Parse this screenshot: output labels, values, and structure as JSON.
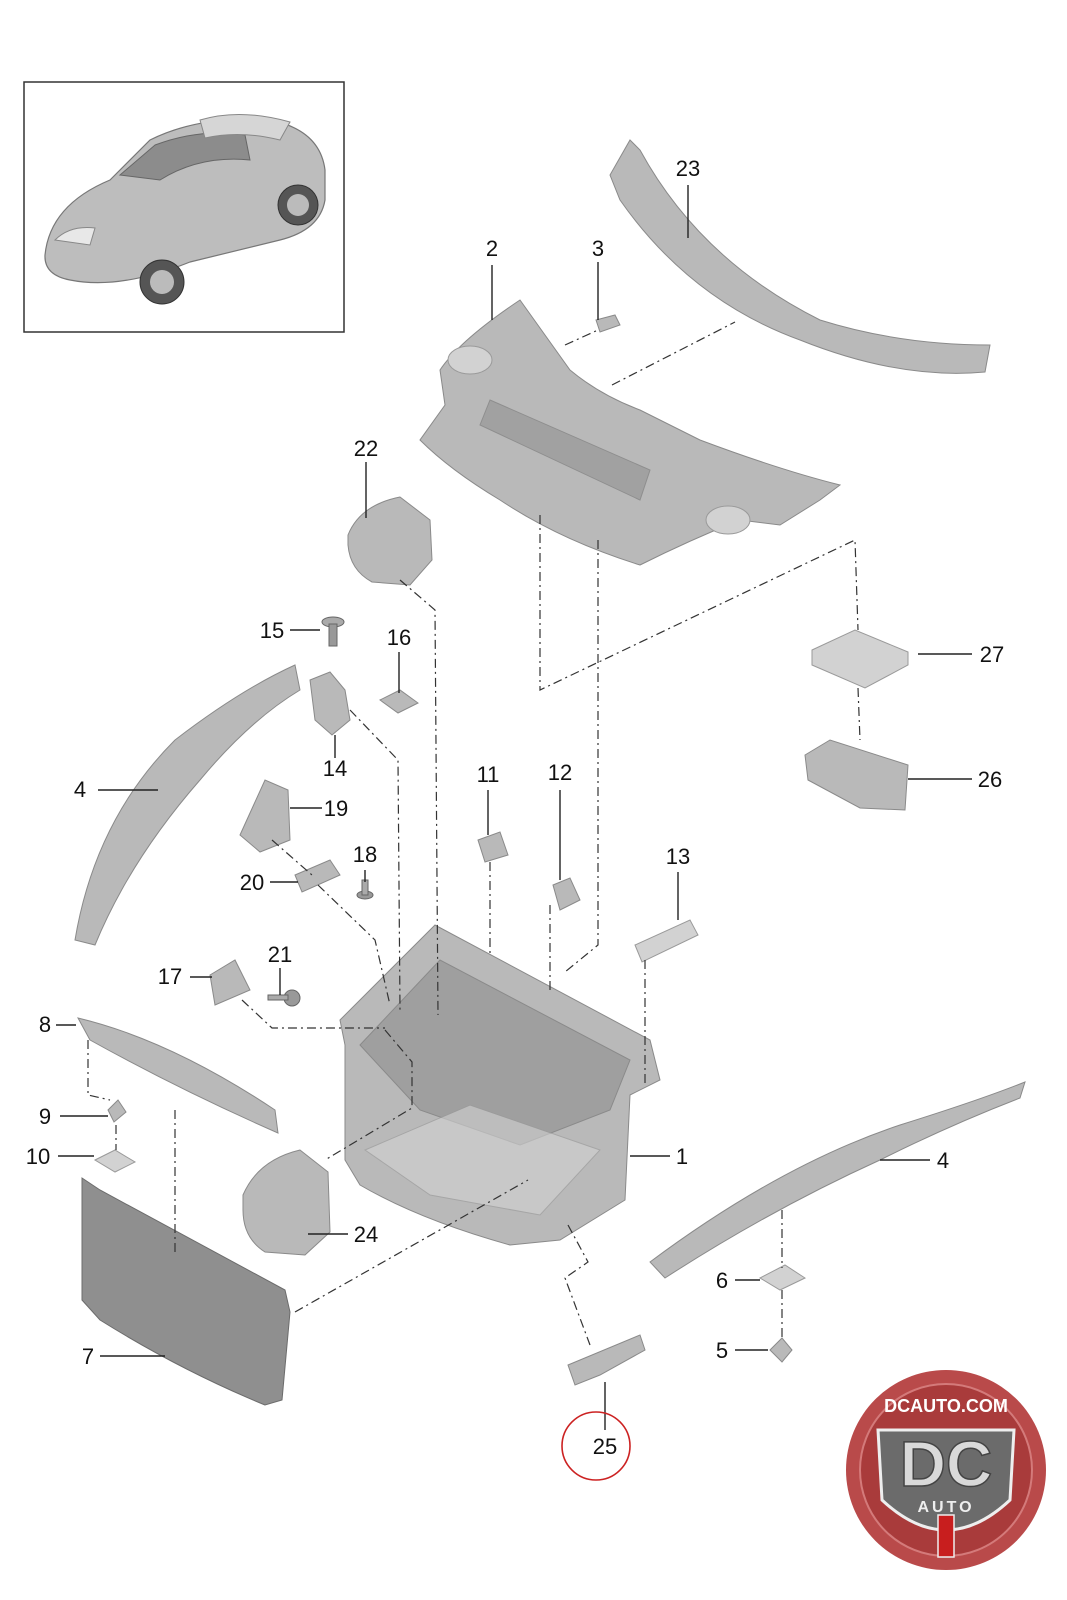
{
  "callouts": {
    "c1": "1",
    "c2": "2",
    "c3": "3",
    "c4a": "4",
    "c4b": "4",
    "c5": "5",
    "c6": "6",
    "c7": "7",
    "c8": "8",
    "c9": "9",
    "c10": "10",
    "c11": "11",
    "c12": "12",
    "c13": "13",
    "c14": "14",
    "c15": "15",
    "c16": "16",
    "c17": "17",
    "c18": "18",
    "c19": "19",
    "c20": "20",
    "c21": "21",
    "c22": "22",
    "c23": "23",
    "c24": "24",
    "c25": "25",
    "c26": "26",
    "c27": "27"
  },
  "highlight": {
    "callout": "25",
    "color": "#cc2222"
  },
  "logo": {
    "url_text": "DCAUTO.COM",
    "mark": "DC",
    "sub": "AUTO",
    "ring_color": "#c23a3a",
    "inner_color": "#6b6b6b"
  },
  "colors": {
    "part": "#b9b9b9",
    "line": "#222222"
  }
}
